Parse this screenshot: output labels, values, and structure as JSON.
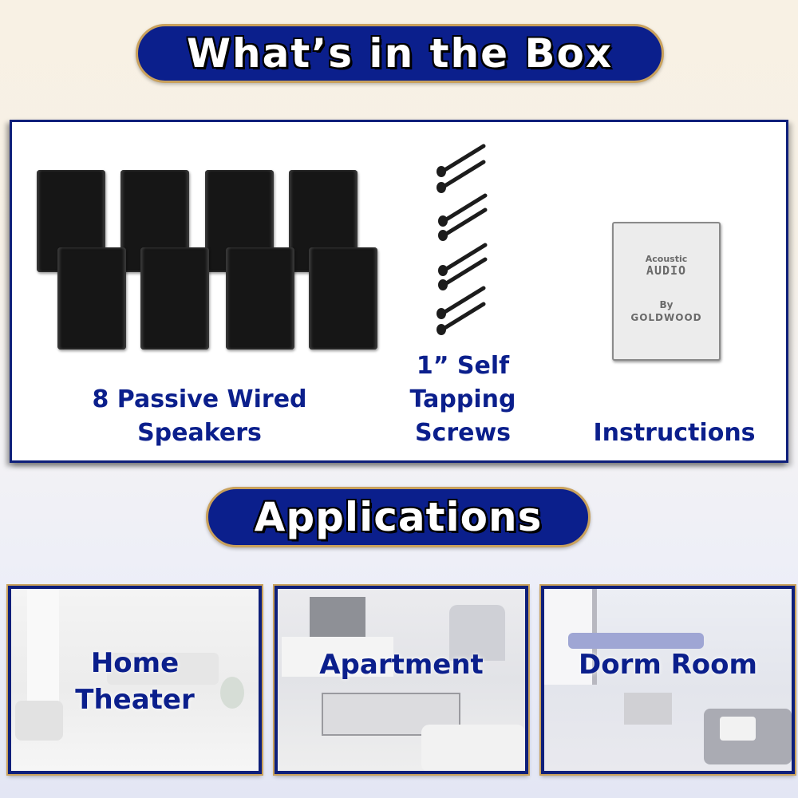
{
  "header": {
    "title": "What’s in the Box"
  },
  "box_contents": {
    "items": [
      {
        "label_line1": "8 Passive Wired",
        "label_line2": "Speakers",
        "count": 8,
        "icon": "speaker-icon"
      },
      {
        "label_line1": "1” Self",
        "label_line2": "Tapping",
        "label_line3": "Screws",
        "count": 8,
        "icon": "screw-icon"
      },
      {
        "label_line1": "Instructions",
        "icon": "manual-icon"
      }
    ],
    "manual": {
      "brand_line1": "Acoustic",
      "brand_line2": "AUDIO",
      "by": "By",
      "maker": "GOLDWOOD"
    }
  },
  "applications": {
    "title": "Applications",
    "cards": [
      {
        "line1": "Home",
        "line2": "Theater"
      },
      {
        "line1": "Apartment"
      },
      {
        "line1": "Dorm Room"
      }
    ]
  },
  "colors": {
    "navy": "#0b1f8c",
    "gold": "#c9a15c",
    "border": "#0e1f7a"
  }
}
